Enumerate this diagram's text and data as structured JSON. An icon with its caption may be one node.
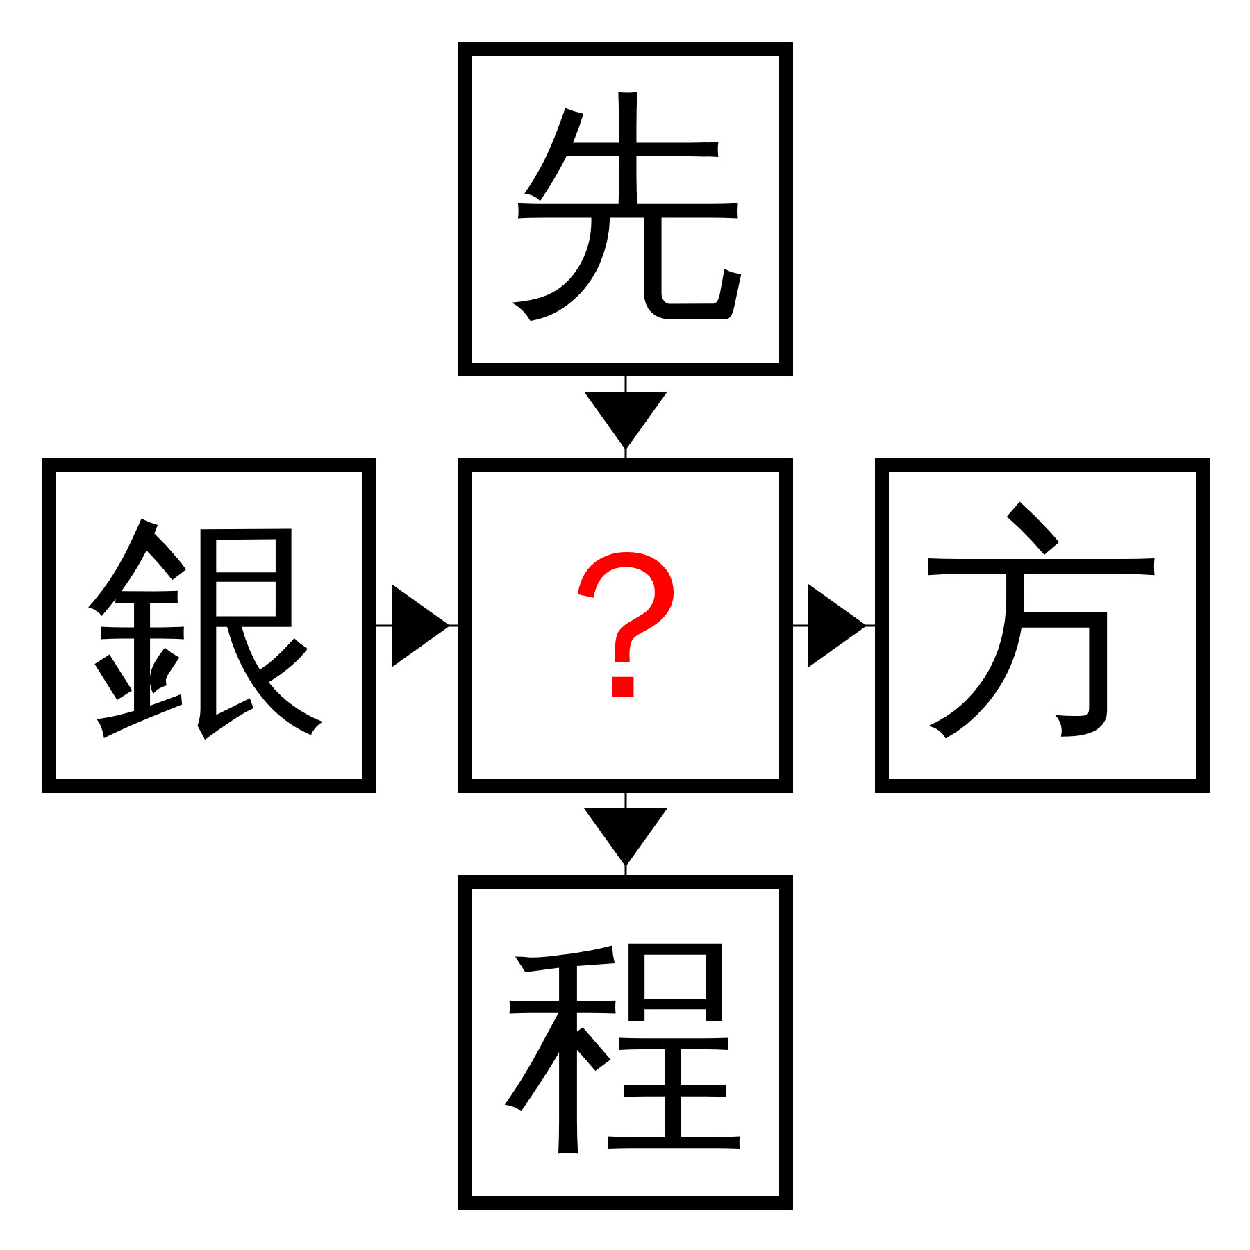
{
  "diagram": {
    "nodes": [
      {
        "text": [
          "先"
        ]
      },
      {
        "text": [
          "銀"
        ]
      },
      {
        "text": [
          "？"
        ]
      },
      {
        "text": [
          "方"
        ]
      },
      {
        "text": [
          "程"
        ]
      }
    ],
    "edges": [
      {
        "from": 0,
        "to": 2,
        "arrow": "to"
      },
      {
        "from": 1,
        "to": 2,
        "arrow": "to"
      },
      {
        "from": 2,
        "to": 3,
        "arrow": "to"
      },
      {
        "from": 2,
        "to": 4,
        "arrow": "to"
      }
    ]
  }
}
